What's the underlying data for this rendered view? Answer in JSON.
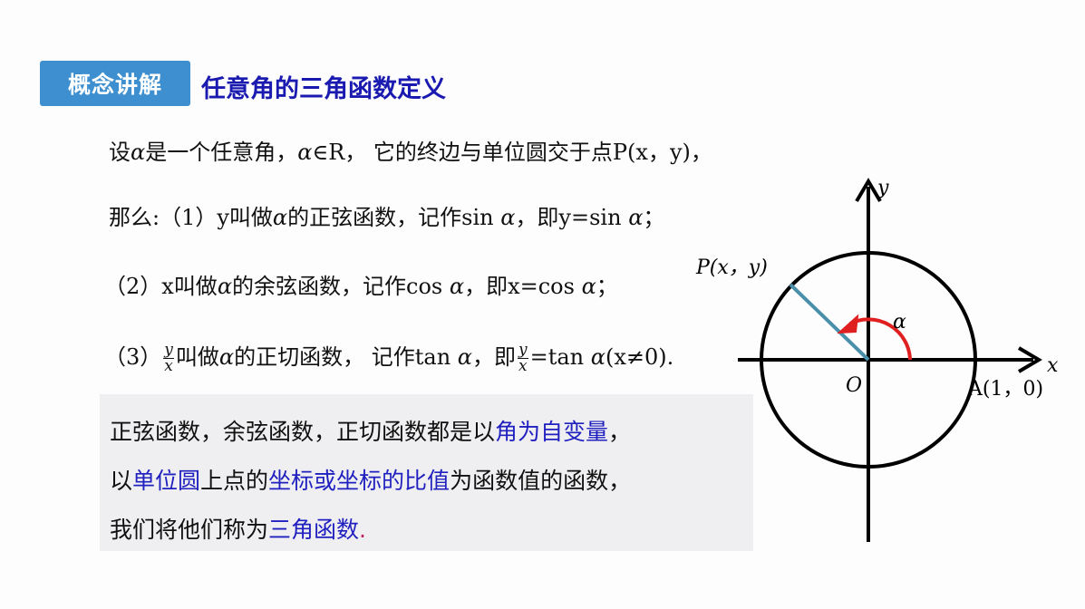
{
  "header": {
    "badge": "概念讲解",
    "title": "任意角的三角函数定义"
  },
  "body": {
    "line1": {
      "a": "设",
      "alpha": "α",
      "b": "是一个任意角，",
      "alpha2": "α",
      "c": "∈R， 它的终边与单位圆交于点P(x，y)，"
    },
    "line2": {
      "a": "那么:（1）y叫做",
      "alpha": "α",
      "b": "的正弦函数，记作sin ",
      "alpha2": "α",
      "c": "，即y=sin ",
      "alpha3": "α",
      "d": "；"
    },
    "line3": {
      "a": "（2）x叫做",
      "alpha": "α",
      "b": "的余弦函数，记作cos ",
      "alpha2": "α",
      "c": "，即x=cos ",
      "alpha3": "α",
      "d": "；"
    },
    "line4": {
      "a": "（3）",
      "frac_num": "y",
      "frac_den": "x",
      "b": "叫做",
      "alpha": "α",
      "c": "的正切函数， 记作tan ",
      "alpha2": "α",
      "d": "，即",
      "frac2_num": "y",
      "frac2_den": "x",
      "e": "=tan ",
      "alpha3": "α",
      "f": "(x≠0)."
    }
  },
  "note": {
    "line1": {
      "a": "正弦函数，余弦函数，正切函数都是以",
      "hl": "角为自变量",
      "b": "，"
    },
    "line2": {
      "a": "以",
      "hl1": "单位圆",
      "b": "上点的",
      "hl2": "坐标或坐标的比值",
      "c": "为函数值的函数，"
    },
    "line3": {
      "a": "我们将他们称为",
      "hl": "三角函数",
      "dot": "."
    }
  },
  "diagram": {
    "x_label": "x",
    "y_label": "y",
    "origin_label": "O",
    "point_p": "P(x，y)",
    "point_a": "A(1，0)",
    "angle_label": "α",
    "colors": {
      "radius": "#4a8faa",
      "angle_arc": "#e02020",
      "axes": "#000000"
    }
  }
}
